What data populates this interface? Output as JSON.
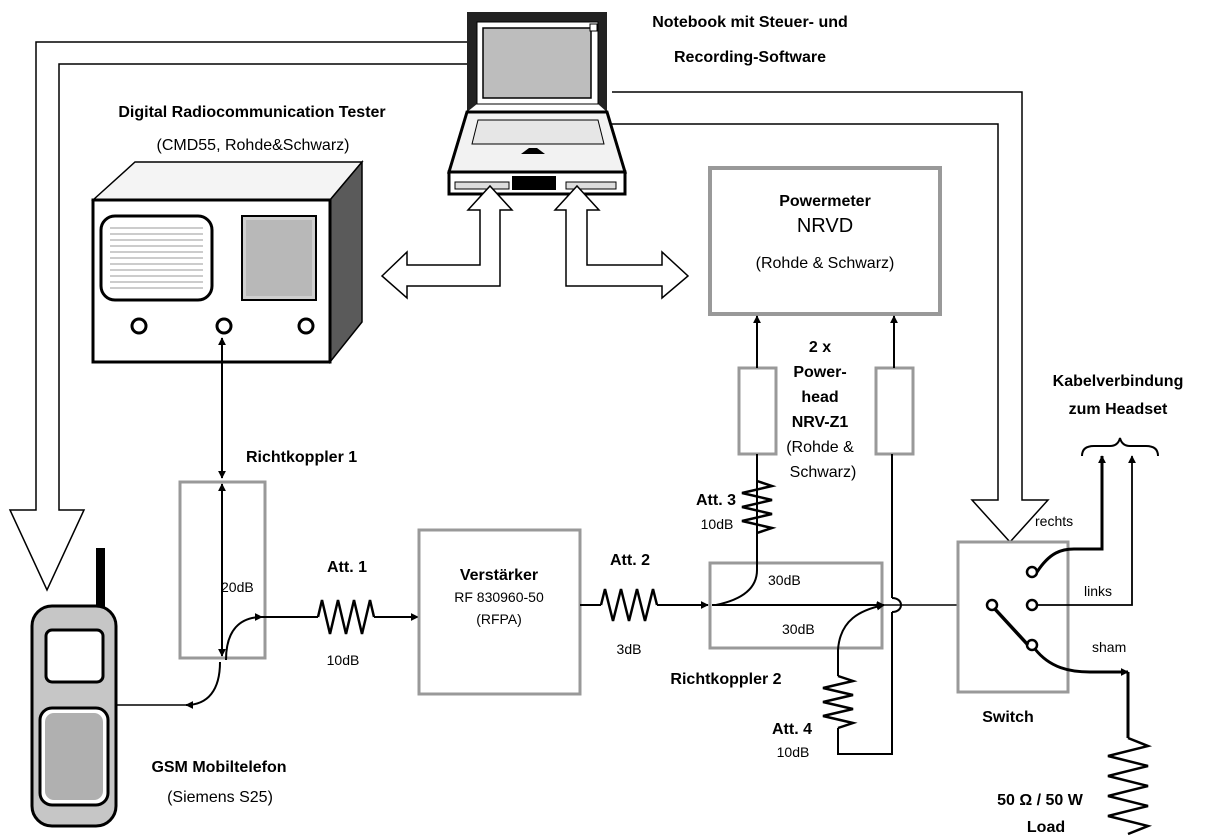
{
  "notebook": {
    "title_line1": "Notebook mit Steuer-  und",
    "title_line2": "Recording-Software"
  },
  "tester": {
    "name": "Digital Radiocommunication Tester",
    "model": "(CMD55, Rohde&Schwarz)"
  },
  "powermeter": {
    "title": "Powermeter",
    "model": "NRVD",
    "maker": "(Rohde & Schwarz)"
  },
  "powerhead": {
    "line1": "2 x",
    "line2": "Power-",
    "line3": "head",
    "line4": "NRV-Z1",
    "line5": "(Rohde &",
    "line6": "Schwarz)"
  },
  "kabel": {
    "line1": "Kabelverbindung",
    "line2": "zum Headset"
  },
  "richtkoppler1": {
    "label": "Richtkoppler 1",
    "coupling": "20dB"
  },
  "att1": {
    "label": "Att. 1",
    "value": "10dB"
  },
  "amplifier": {
    "title": "Verstärker",
    "model": "RF 830960-50",
    "type": "(RFPA)"
  },
  "att2": {
    "label": "Att. 2",
    "value": "3dB"
  },
  "att3": {
    "label": "Att. 3",
    "value": "10dB"
  },
  "att4": {
    "label": "Att. 4",
    "value": "10dB"
  },
  "richtkoppler2": {
    "label": "Richtkoppler 2",
    "coupling_top": "30dB",
    "coupling_bottom": "30dB"
  },
  "switch": {
    "label": "Switch",
    "rechts": "rechts",
    "links": "links",
    "sham": "sham"
  },
  "load": {
    "line1": "50 Ω / 50 W",
    "line2": "Load"
  },
  "phone": {
    "name": "GSM Mobiltelefon",
    "model": "(Siemens S25)"
  }
}
